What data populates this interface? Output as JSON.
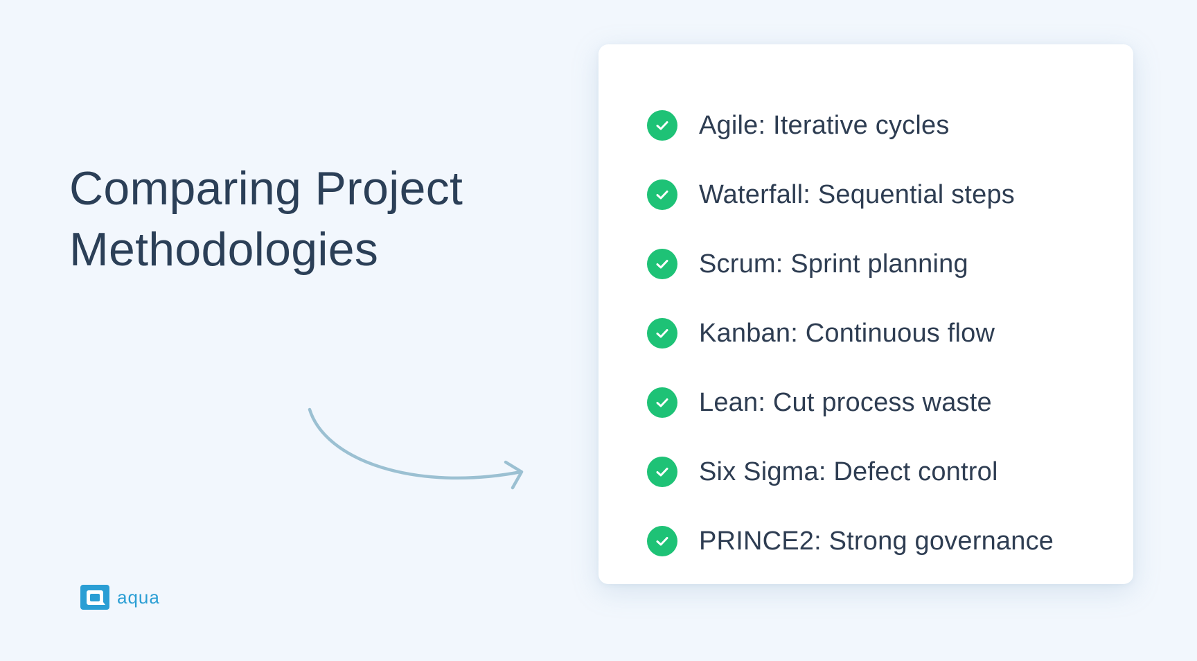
{
  "title": {
    "line1": "Comparing Project",
    "line2": "Methodologies"
  },
  "methodologies": [
    {
      "icon": "check-circle-icon",
      "label": "Agile: Iterative cycles"
    },
    {
      "icon": "check-circle-icon",
      "label": "Waterfall: Sequential steps"
    },
    {
      "icon": "check-circle-icon",
      "label": "Scrum: Sprint planning"
    },
    {
      "icon": "check-circle-icon",
      "label": "Kanban: Continuous flow"
    },
    {
      "icon": "check-circle-icon",
      "label": "Lean: Cut process waste"
    },
    {
      "icon": "check-circle-icon",
      "label": "Six Sigma: Defect control"
    },
    {
      "icon": "check-circle-icon",
      "label": "PRINCE2: Strong governance"
    }
  ],
  "logo": {
    "text": "aqua"
  },
  "colors": {
    "background": "#f2f7fd",
    "title_text": "#2b3f57",
    "item_text": "#2e3d52",
    "check_green": "#1ec276",
    "arrow": "#9bc0d2",
    "brand_blue": "#2a9ed4",
    "card": "#ffffff"
  }
}
